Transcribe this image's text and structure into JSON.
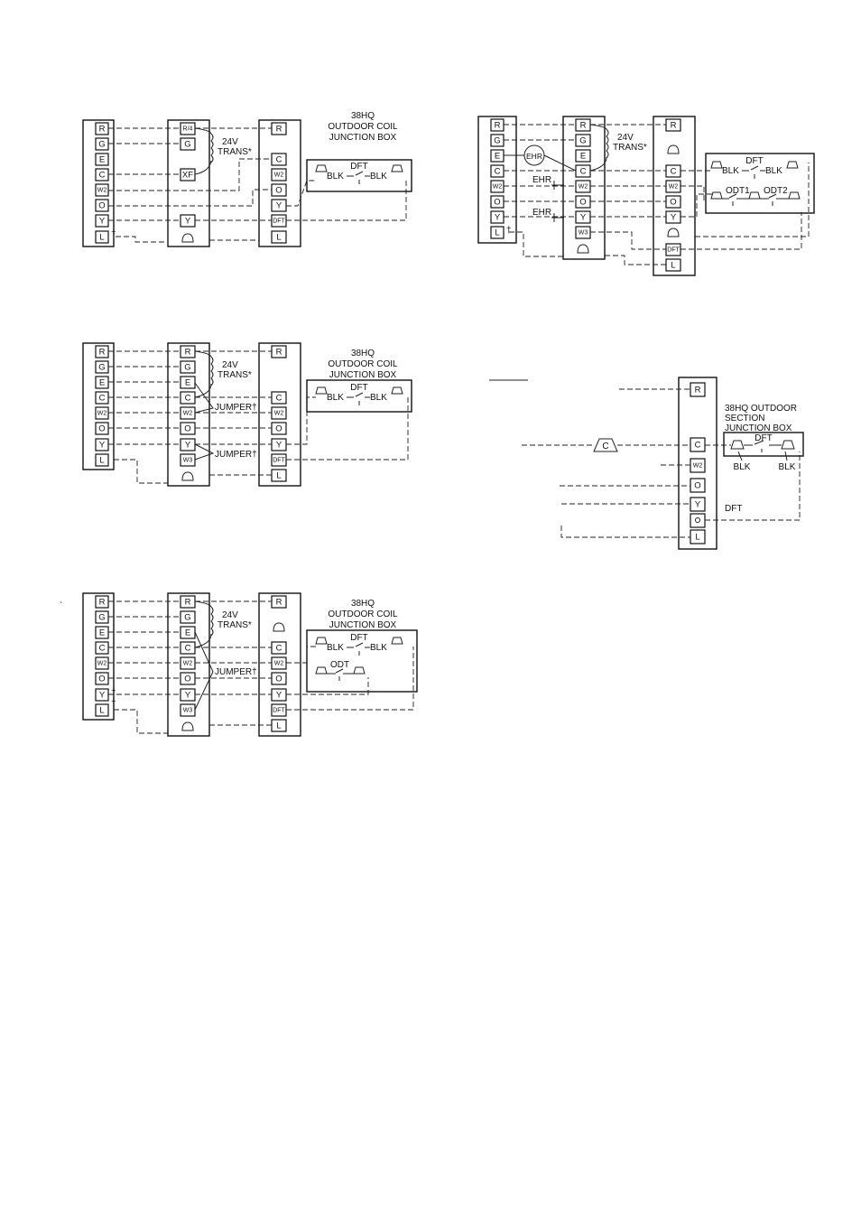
{
  "diagrams": {
    "d1": {
      "stat_terms": [
        "R",
        "G",
        "E",
        "C",
        "W2",
        "O",
        "Y",
        "L"
      ],
      "mid_terms": [
        "R/4",
        "G",
        "XF",
        "Y"
      ],
      "unit_terms": [
        "R",
        "C",
        "W2",
        "O",
        "Y",
        "DFT",
        "L"
      ],
      "trans": [
        "24V",
        "TRANS*"
      ],
      "box_title": [
        "38HQ",
        "OUTDOOR COIL",
        "JUNCTION BOX"
      ],
      "dft": "DFT",
      "blk": "BLK",
      "dagger": "†"
    },
    "d2": {
      "stat_terms": [
        "R",
        "G",
        "E",
        "C",
        "W2",
        "O",
        "Y",
        "L"
      ],
      "mid_terms": [
        "R",
        "G",
        "E",
        "C",
        "W2",
        "O",
        "Y",
        "W3"
      ],
      "unit_terms": [
        "R",
        "C",
        "W2",
        "O",
        "Y",
        "DFT",
        "L"
      ],
      "trans": [
        "24V",
        "TRANS*"
      ],
      "jumper": "JUMPER†",
      "box_title": [
        "38HQ",
        "OUTDOOR COIL",
        "JUNCTION BOX"
      ],
      "dft": "DFT",
      "blk": "BLK"
    },
    "d3": {
      "stat_terms": [
        "R",
        "G",
        "E",
        "C",
        "W2",
        "O",
        "Y",
        "L"
      ],
      "mid_terms": [
        "R",
        "G",
        "E",
        "C",
        "W2",
        "O",
        "Y",
        "W3"
      ],
      "unit_terms": [
        "R",
        "C",
        "W2",
        "O",
        "Y",
        "DFT",
        "L"
      ],
      "trans": [
        "24V",
        "TRANS*"
      ],
      "jumper": "JUMPER†",
      "box_title": [
        "38HQ",
        "OUTDOOR COIL",
        "JUNCTION BOX"
      ],
      "dft": "DFT",
      "odt": "ODT",
      "blk": "BLK",
      "dagger": "†"
    },
    "d4": {
      "stat_terms": [
        "R",
        "G",
        "E",
        "C",
        "W2",
        "O",
        "Y",
        "L"
      ],
      "mid_terms": [
        "R",
        "G",
        "E",
        "C",
        "W2",
        "O",
        "Y",
        "W3"
      ],
      "unit_terms": [
        "C",
        "W2",
        "O",
        "Y",
        "DFT",
        "L"
      ],
      "trans": [
        "24V",
        "TRANS*"
      ],
      "ehr": "EHR",
      "dft": "DFT",
      "odt1": "ODT1",
      "odt2": "ODT2",
      "blk": "BLK",
      "dagger": "†"
    },
    "d5": {
      "unit_terms": [
        "R",
        "C",
        "W2",
        "O",
        "Y",
        "L"
      ],
      "box_title": [
        "38HQ OUTDOOR",
        "SECTION",
        "JUNCTION BOX"
      ],
      "dft": "DFT",
      "blk": "BLK",
      "c": "C"
    }
  }
}
